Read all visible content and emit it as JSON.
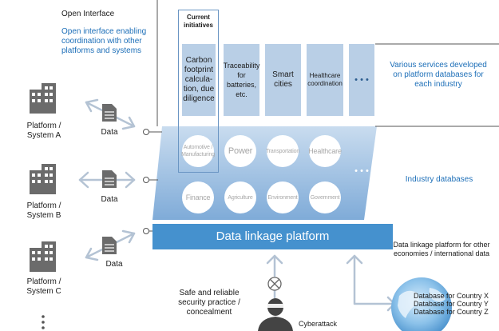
{
  "open_interface": {
    "title": "Open Interface",
    "description": "Open interface enabling coordination with other platforms and systems"
  },
  "current_initiatives": {
    "label": "Current initiatives",
    "services": [
      "Carbon footprint calcula-tion, due diligence",
      "Traceability for batteries, etc.",
      "Smart cities",
      "Healthcare coordination"
    ],
    "more": "• • •"
  },
  "right_labels": {
    "services": "Various services developed on platform databases for each industry",
    "industry_databases": "Industry databases",
    "linkage_other": "Data linkage platform for other economies / international data"
  },
  "industries": {
    "row1": [
      "Automotive / Manufacturing",
      "Power",
      "Transportation",
      "Healthcare"
    ],
    "row2": [
      "Finance",
      "Agriculture",
      "Environment",
      "Government"
    ],
    "more": "• • •"
  },
  "platform_bar": "Data linkage platform",
  "systems": [
    {
      "name": "Platform / System A",
      "data": "Data"
    },
    {
      "name": "Platform / System B",
      "data": "Data"
    },
    {
      "name": "Platform / System C",
      "data": "Data"
    }
  ],
  "security": "Safe and reliable security practice / concealment",
  "cyberattack": "Cyberattack",
  "countries": [
    "Database for Country X",
    "Database for Country Y",
    "Database for Country Z"
  ],
  "colors": {
    "platform_bar": "#4591ce",
    "industry_trapezoid": "#8fb6de",
    "service_box": "#b9cfe6",
    "accent_text": "#1d6fb8",
    "icon_gray": "#707070"
  }
}
